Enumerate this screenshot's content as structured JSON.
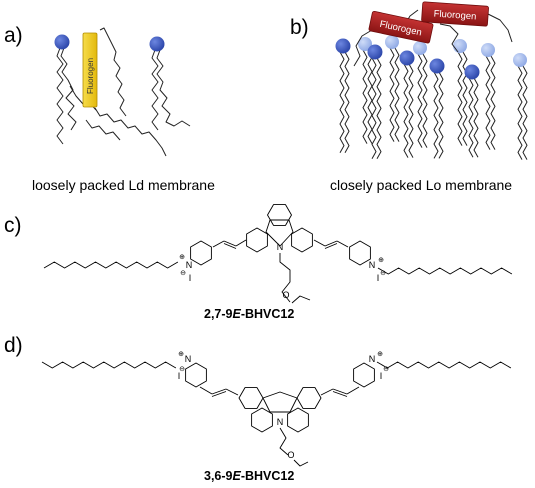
{
  "panels": {
    "a": {
      "label": "a)",
      "caption": "loosely packed Ld membrane",
      "fluorogen_label": "Fluorogen",
      "colors": {
        "head": "#2f4fbf",
        "fluorogen": "#f2cf1d"
      }
    },
    "b": {
      "label": "b)",
      "caption": "closely packed Lo membrane",
      "fluorogen_label_1": "Fluorogen",
      "fluorogen_label_2": "Fluorogen",
      "colors": {
        "head_front": "#2f4fbf",
        "head_back": "#9db4ea",
        "fluorogen": "#a61c1c"
      }
    },
    "c": {
      "label": "c)",
      "compound_prefix": "2,7-9",
      "compound_italic": "E",
      "compound_suffix": "-BHVC12",
      "atoms": {
        "nitrogen": "N",
        "iodide": "I",
        "plus": "⊕",
        "minus": "⊖",
        "oxygen": "O"
      }
    },
    "d": {
      "label": "d)",
      "compound_prefix": "3,6-9",
      "compound_italic": "E",
      "compound_suffix": "-BHVC12"
    }
  }
}
